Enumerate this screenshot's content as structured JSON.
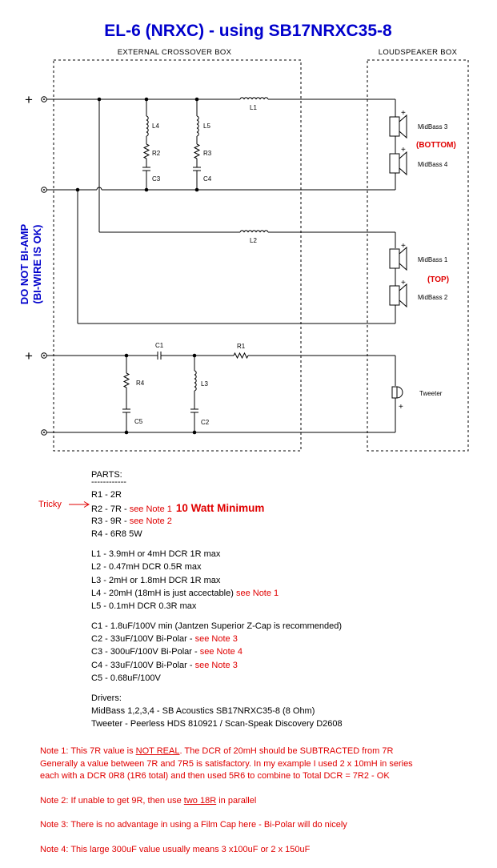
{
  "title": "EL-6 (NRXC) - using SB17NRXC35-8",
  "boxes": {
    "crossover": "EXTERNAL CROSSOVER BOX",
    "speaker": "LOUDSPEAKER BOX"
  },
  "side_label": {
    "line1": "DO NOT BI-AMP",
    "line2": "(BI-WIRE IS OK)"
  },
  "terminals": {
    "plus": "+"
  },
  "components": {
    "L1": "L1",
    "L2": "L2",
    "L3": "L3",
    "L4": "L4",
    "L5": "L5",
    "R1": "R1",
    "R2": "R2",
    "R3": "R3",
    "R4": "R4",
    "C1": "C1",
    "C2": "C2",
    "C3": "C3",
    "C4": "C4",
    "C5": "C5"
  },
  "drivers": {
    "midbass3": "MidBass 3",
    "midbass4": "MidBass 4",
    "midbass1": "MidBass 1",
    "midbass2": "MidBass 2",
    "tweeter": "Tweeter",
    "bottom": "(BOTTOM)",
    "top": "(TOP)"
  },
  "tricky": "Tricky",
  "parts": {
    "heading": "PARTS:",
    "underline": "------------",
    "r1": "R1 - 2R",
    "r2": "R2 - 7R - ",
    "r2_note": "see Note 1",
    "r2_min": "10 Watt Minimum",
    "r3": "R3 - 9R - ",
    "r3_note": "see Note 2",
    "r4": "R4 - 6R8 5W",
    "l1": "L1 - 3.9mH or 4mH DCR 1R max",
    "l2": "L2 - 0.47mH DCR 0.5R max",
    "l3": "L3 - 2mH or 1.8mH DCR 1R max",
    "l4": "L4 - 20mH (18mH is just accectable) ",
    "l4_note": "see Note 1",
    "l5": "L5 - 0.1mH DCR 0.3R max",
    "c1": "C1 - 1.8uF/100V min (Jantzen Superior Z-Cap is recommended)",
    "c2": "C2 - 33uF/100V Bi-Polar - ",
    "c2_note": "see Note 3",
    "c3": "C3 - 300uF/100V Bi-Polar - ",
    "c3_note": "see Note 4",
    "c4": "C4 - 33uF/100V Bi-Polar - ",
    "c4_note": "see Note 3",
    "c5": "C5 - 0.68uF/100V",
    "drivers_heading": "Drivers:",
    "midbass": "MidBass 1,2,3,4 - SB Acoustics SB17NRXC35-8 (8 Ohm)",
    "tweeter": "Tweeter - Peerless HDS 810921 / Scan-Speak Discovery D2608"
  },
  "notes": {
    "n1_a": "Note 1: This 7R value is ",
    "n1_u": "NOT REAL",
    "n1_b": ". The DCR of 20mH should be SUBTRACTED from 7R",
    "n1_l2": "Generally a value between 7R and 7R5 is satisfactory. In my example I used 2 x 10mH in series",
    "n1_l3": "each with a DCR 0R8 (1R6 total) and then used 5R6 to combine to Total DCR = 7R2 - OK",
    "n2_a": "Note 2: If unable to get 9R, then use ",
    "n2_u": "two 18R",
    "n2_b": " in parallel",
    "n3": "Note 3: There is no advantage in using a Film Cap here - Bi-Polar will do nicely",
    "n4": "Note 4: This large 300uF value usually means 3 x100uF or 2 x 150uF"
  }
}
